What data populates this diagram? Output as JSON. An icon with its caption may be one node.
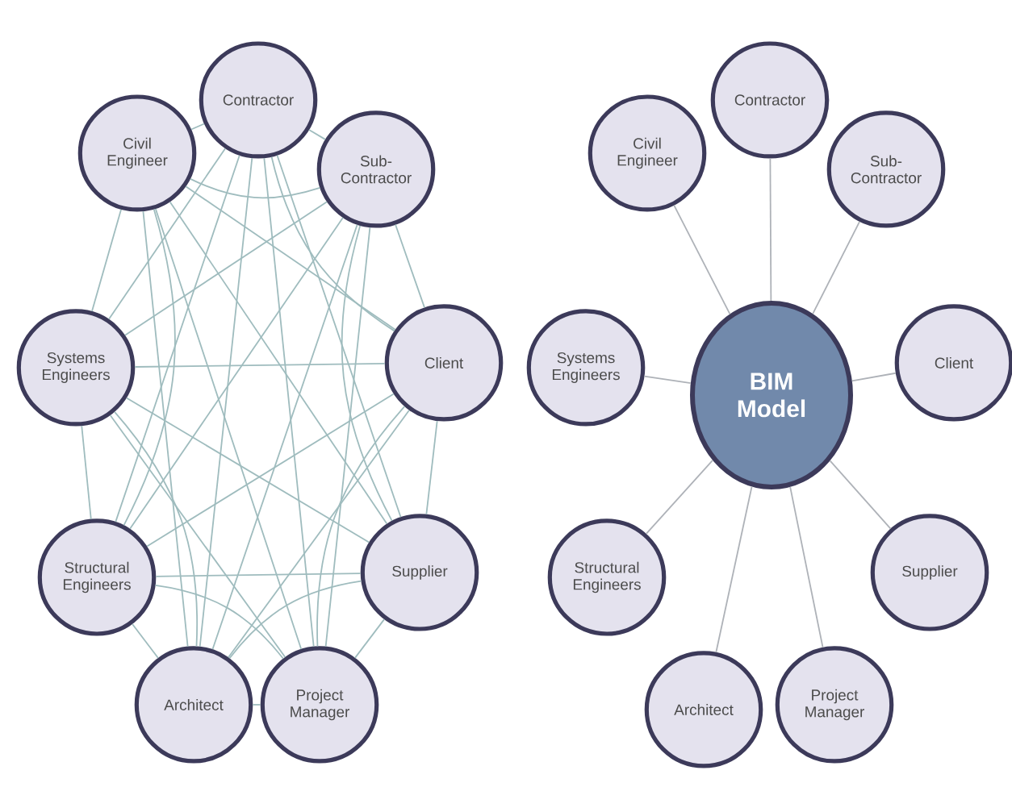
{
  "diagram": {
    "nodes": [
      {
        "text": [
          "Contractor"
        ]
      },
      {
        "text": [
          "Civil Engineer"
        ]
      },
      {
        "text": [
          "Sub-Contractor"
        ]
      },
      {
        "text": [
          "Systems Engineers"
        ]
      },
      {
        "text": [
          "Client"
        ]
      },
      {
        "text": [
          "Structural Engineers"
        ]
      },
      {
        "text": [
          "Supplier"
        ]
      },
      {
        "text": [
          "Architect"
        ]
      },
      {
        "text": [
          "Project Manager"
        ]
      },
      {
        "text": [
          "Contractor"
        ]
      },
      {
        "text": [
          "Civil Engineer"
        ]
      },
      {
        "text": [
          "Sub-Contractor"
        ]
      },
      {
        "text": [
          "Systems Engineers"
        ]
      },
      {
        "text": [
          "BIM Model"
        ]
      },
      {
        "text": [
          "Client"
        ]
      },
      {
        "text": [
          "Structural Engineers"
        ]
      },
      {
        "text": [
          "Supplier"
        ]
      },
      {
        "text": [
          "Architect"
        ]
      },
      {
        "text": [
          "Project Manager"
        ]
      }
    ],
    "edges": [
      {
        "from": 0,
        "to": 1,
        "arrow": "none"
      },
      {
        "from": 0,
        "to": 2,
        "arrow": "none"
      },
      {
        "from": 0,
        "to": 3,
        "arrow": "none"
      },
      {
        "from": 0,
        "to": 4,
        "arrow": "none"
      },
      {
        "from": 0,
        "to": 5,
        "arrow": "none"
      },
      {
        "from": 0,
        "to": 6,
        "arrow": "none"
      },
      {
        "from": 0,
        "to": 7,
        "arrow": "none"
      },
      {
        "from": 0,
        "to": 8,
        "arrow": "none"
      },
      {
        "from": 1,
        "to": 2,
        "arrow": "none"
      },
      {
        "from": 1,
        "to": 3,
        "arrow": "none"
      },
      {
        "from": 1,
        "to": 4,
        "arrow": "none"
      },
      {
        "from": 1,
        "to": 5,
        "arrow": "none"
      },
      {
        "from": 1,
        "to": 6,
        "arrow": "none"
      },
      {
        "from": 1,
        "to": 7,
        "arrow": "none"
      },
      {
        "from": 1,
        "to": 8,
        "arrow": "none"
      },
      {
        "from": 2,
        "to": 3,
        "arrow": "none"
      },
      {
        "from": 2,
        "to": 4,
        "arrow": "none"
      },
      {
        "from": 2,
        "to": 5,
        "arrow": "none"
      },
      {
        "from": 2,
        "to": 6,
        "arrow": "none"
      },
      {
        "from": 2,
        "to": 7,
        "arrow": "none"
      },
      {
        "from": 2,
        "to": 8,
        "arrow": "none"
      },
      {
        "from": 3,
        "to": 4,
        "arrow": "none"
      },
      {
        "from": 3,
        "to": 5,
        "arrow": "none"
      },
      {
        "from": 3,
        "to": 6,
        "arrow": "none"
      },
      {
        "from": 3,
        "to": 7,
        "arrow": "none"
      },
      {
        "from": 3,
        "to": 8,
        "arrow": "none"
      },
      {
        "from": 4,
        "to": 5,
        "arrow": "none"
      },
      {
        "from": 4,
        "to": 6,
        "arrow": "none"
      },
      {
        "from": 4,
        "to": 7,
        "arrow": "none"
      },
      {
        "from": 4,
        "to": 8,
        "arrow": "none"
      },
      {
        "from": 5,
        "to": 6,
        "arrow": "none"
      },
      {
        "from": 5,
        "to": 7,
        "arrow": "none"
      },
      {
        "from": 5,
        "to": 8,
        "arrow": "none"
      },
      {
        "from": 6,
        "to": 7,
        "arrow": "none"
      },
      {
        "from": 6,
        "to": 8,
        "arrow": "none"
      },
      {
        "from": 7,
        "to": 8,
        "arrow": "none"
      },
      {
        "from": 13,
        "to": 9,
        "arrow": "none",
        "color": "#aeb2b8"
      },
      {
        "from": 13,
        "to": 10,
        "arrow": "none",
        "color": "#aeb2b8"
      },
      {
        "from": 13,
        "to": 11,
        "arrow": "none",
        "color": "#aeb2b8"
      },
      {
        "from": 13,
        "to": 12,
        "arrow": "none",
        "color": "#aeb2b8"
      },
      {
        "from": 13,
        "to": 14,
        "arrow": "none",
        "color": "#aeb2b8"
      },
      {
        "from": 13,
        "to": 15,
        "arrow": "none",
        "color": "#aeb2b8"
      },
      {
        "from": 13,
        "to": 16,
        "arrow": "none",
        "color": "#aeb2b8"
      },
      {
        "from": 13,
        "to": 17,
        "arrow": "none",
        "color": "#aeb2b8"
      },
      {
        "from": 13,
        "to": 18,
        "arrow": "none",
        "color": "#aeb2b8"
      }
    ]
  }
}
